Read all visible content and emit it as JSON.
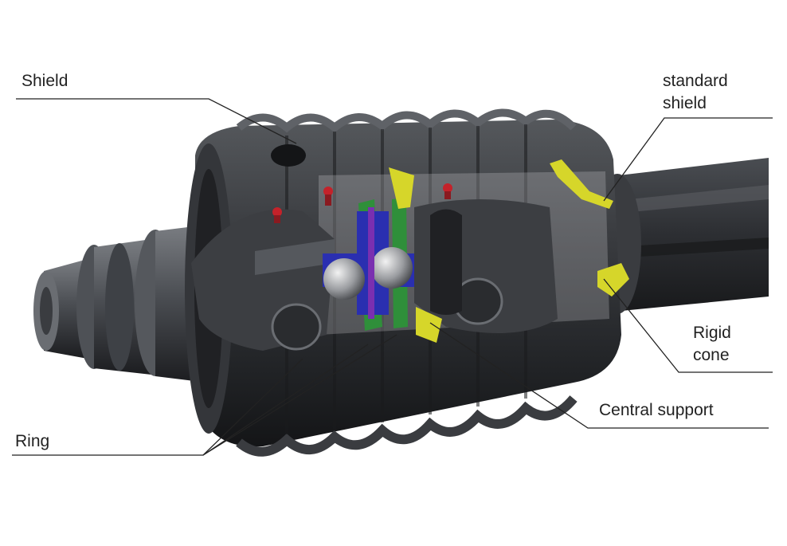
{
  "labels": {
    "shield": "Shield",
    "standard_shield": [
      "standard",
      "shield"
    ],
    "rigid_cone": [
      "Rigid",
      "cone"
    ],
    "central_support": "Central support",
    "ring": "Ring"
  },
  "colors": {
    "housing": "#2a2c2f",
    "housing_light": "#5a5d61",
    "yoke": "#3c3e42",
    "highlight_yellow": "#d6d62a",
    "center_blue": "#2a2fb0",
    "seal_green": "#2f8f3a",
    "grease_red": "#c4222a",
    "leader_line": "#222222"
  }
}
